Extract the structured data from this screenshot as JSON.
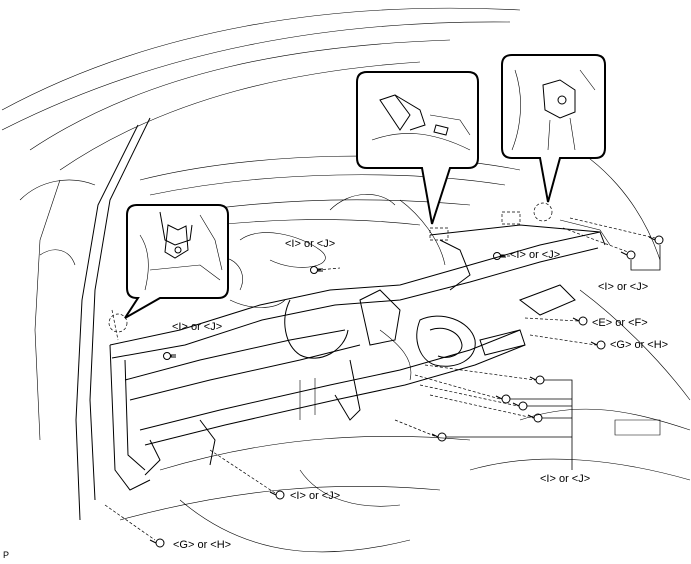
{
  "labels": {
    "l1": "<I> or <J>",
    "l2": "<I> or <J>",
    "l3": "<I> or <J>",
    "l4": "<I> or <J>",
    "l5": "<E> or <F>",
    "l6": "<G> or <H>",
    "l7": "<I> or <J>",
    "l8": "<I> or <J>",
    "l9": "<G> or <H>"
  },
  "figure_code": "P"
}
